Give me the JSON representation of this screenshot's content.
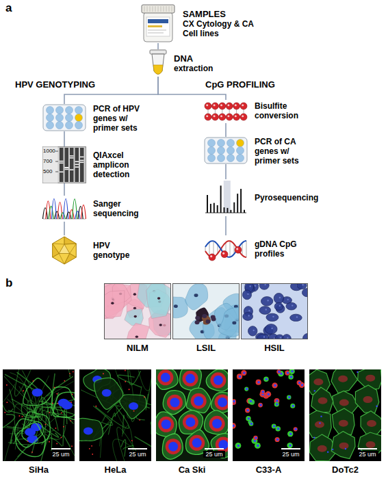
{
  "diagram": {
    "nodes": [
      {
        "text": [
          "SAMPLES",
          "CX Cytology & CA Cell lines"
        ]
      },
      {
        "text": [
          "DNA",
          "extraction"
        ]
      },
      {
        "text": [
          "PCR of HPV genes w/ primer sets"
        ]
      },
      {
        "text": [
          "QIAxcel amplicon detection"
        ]
      },
      {
        "text": [
          "Sanger sequencing"
        ]
      },
      {
        "text": [
          "HPV genotype"
        ]
      },
      {
        "text": [
          "Bisulfite conversion"
        ]
      },
      {
        "text": [
          "PCR of CA genes w/ primer sets"
        ]
      },
      {
        "text": [
          "Pyrosequencing"
        ]
      },
      {
        "text": [
          "gDNA CpG profiles"
        ]
      },
      {
        "text": [
          "NILM"
        ]
      },
      {
        "text": [
          "LSIL"
        ]
      },
      {
        "text": [
          "HSIL"
        ]
      },
      {
        "text": [
          "SiHa"
        ]
      },
      {
        "text": [
          "HeLa"
        ]
      },
      {
        "text": [
          "Ca Ski"
        ]
      },
      {
        "text": [
          "C33-A"
        ]
      },
      {
        "text": [
          "DoTc2"
        ]
      }
    ],
    "edges": [
      {
        "from": 0,
        "to": 1,
        "arrow": "none"
      },
      {
        "from": 1,
        "to": 2,
        "arrow": "none"
      },
      {
        "from": 2,
        "to": 3,
        "arrow": "none"
      },
      {
        "from": 3,
        "to": 4,
        "arrow": "none"
      },
      {
        "from": 4,
        "to": 5,
        "arrow": "none"
      },
      {
        "from": 1,
        "to": 6,
        "arrow": "none"
      },
      {
        "from": 6,
        "to": 7,
        "arrow": "none"
      },
      {
        "from": 7,
        "to": 8,
        "arrow": "none"
      },
      {
        "from": 8,
        "to": 9,
        "arrow": "none"
      }
    ],
    "labels": [
      "a",
      "HPV GENOTYPING",
      "CpG PROFILING",
      "1000",
      "700",
      "500",
      "b",
      "25 um",
      "25 um",
      "25 um",
      "25 um",
      "25 um"
    ]
  }
}
